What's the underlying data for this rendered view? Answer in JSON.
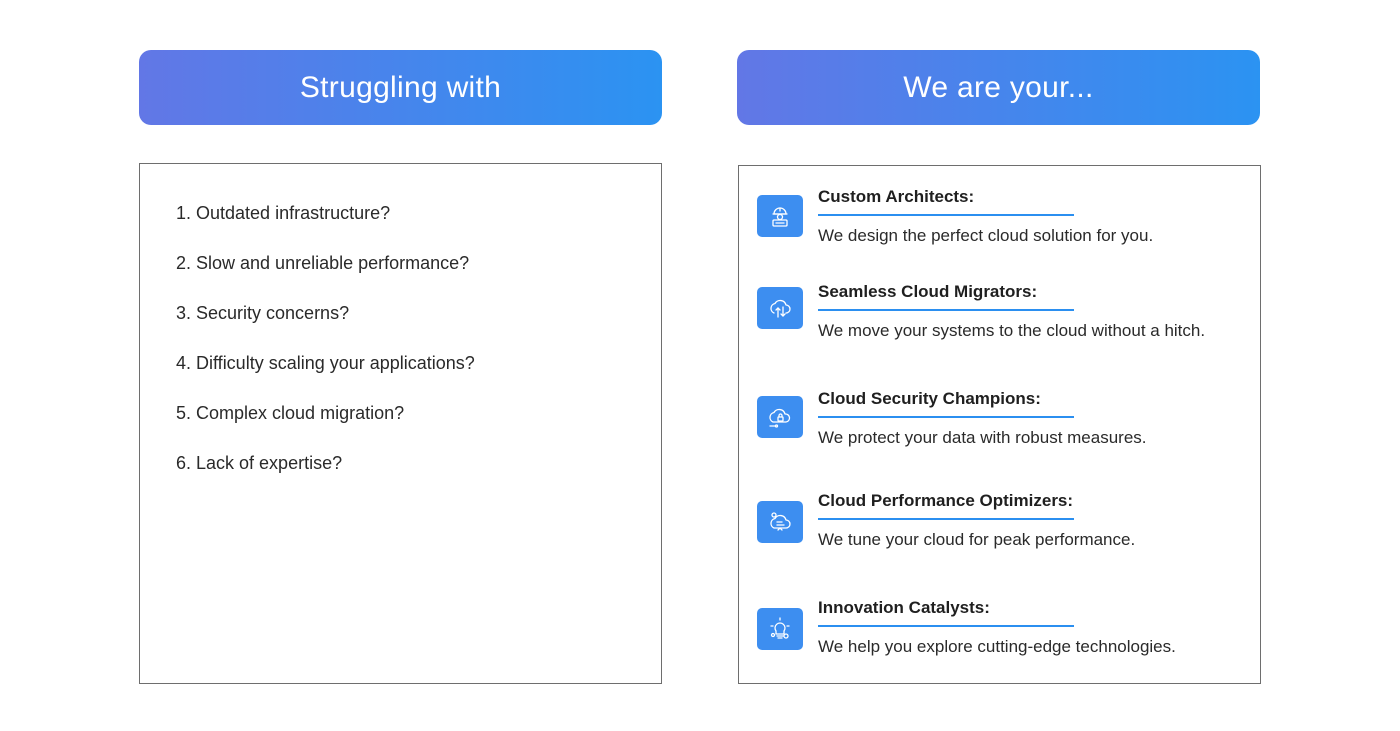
{
  "left": {
    "header": "Struggling with",
    "problems": [
      "1. Outdated infrastructure?",
      "2. Slow and unreliable performance?",
      "3. Security concerns?",
      "4. Difficulty scaling your applications?",
      "5. Complex cloud migration?",
      "6. Lack of expertise?"
    ]
  },
  "right": {
    "header": "We are your...",
    "services": [
      {
        "title": "Custom Architects:",
        "desc": "We design the perfect cloud solution for you.",
        "icon": "architect-icon"
      },
      {
        "title": "Seamless Cloud Migrators:",
        "desc": "We move your systems to the cloud without a hitch.",
        "icon": "cloud-migration-icon"
      },
      {
        "title": "Cloud Security Champions:",
        "desc": "We protect your data with robust measures.",
        "icon": "cloud-security-icon"
      },
      {
        "title": "Cloud Performance Optimizers:",
        "desc": "We tune your cloud for peak performance.",
        "icon": "cloud-performance-icon"
      },
      {
        "title": "Innovation Catalysts:",
        "desc": "We help you explore cutting-edge technologies.",
        "icon": "innovation-icon"
      }
    ]
  },
  "colors": {
    "header_gradient_start": "#6277e6",
    "header_gradient_end": "#2b93f2",
    "accent": "#2b8ff0",
    "icon_bg": "#3d8ef0"
  }
}
